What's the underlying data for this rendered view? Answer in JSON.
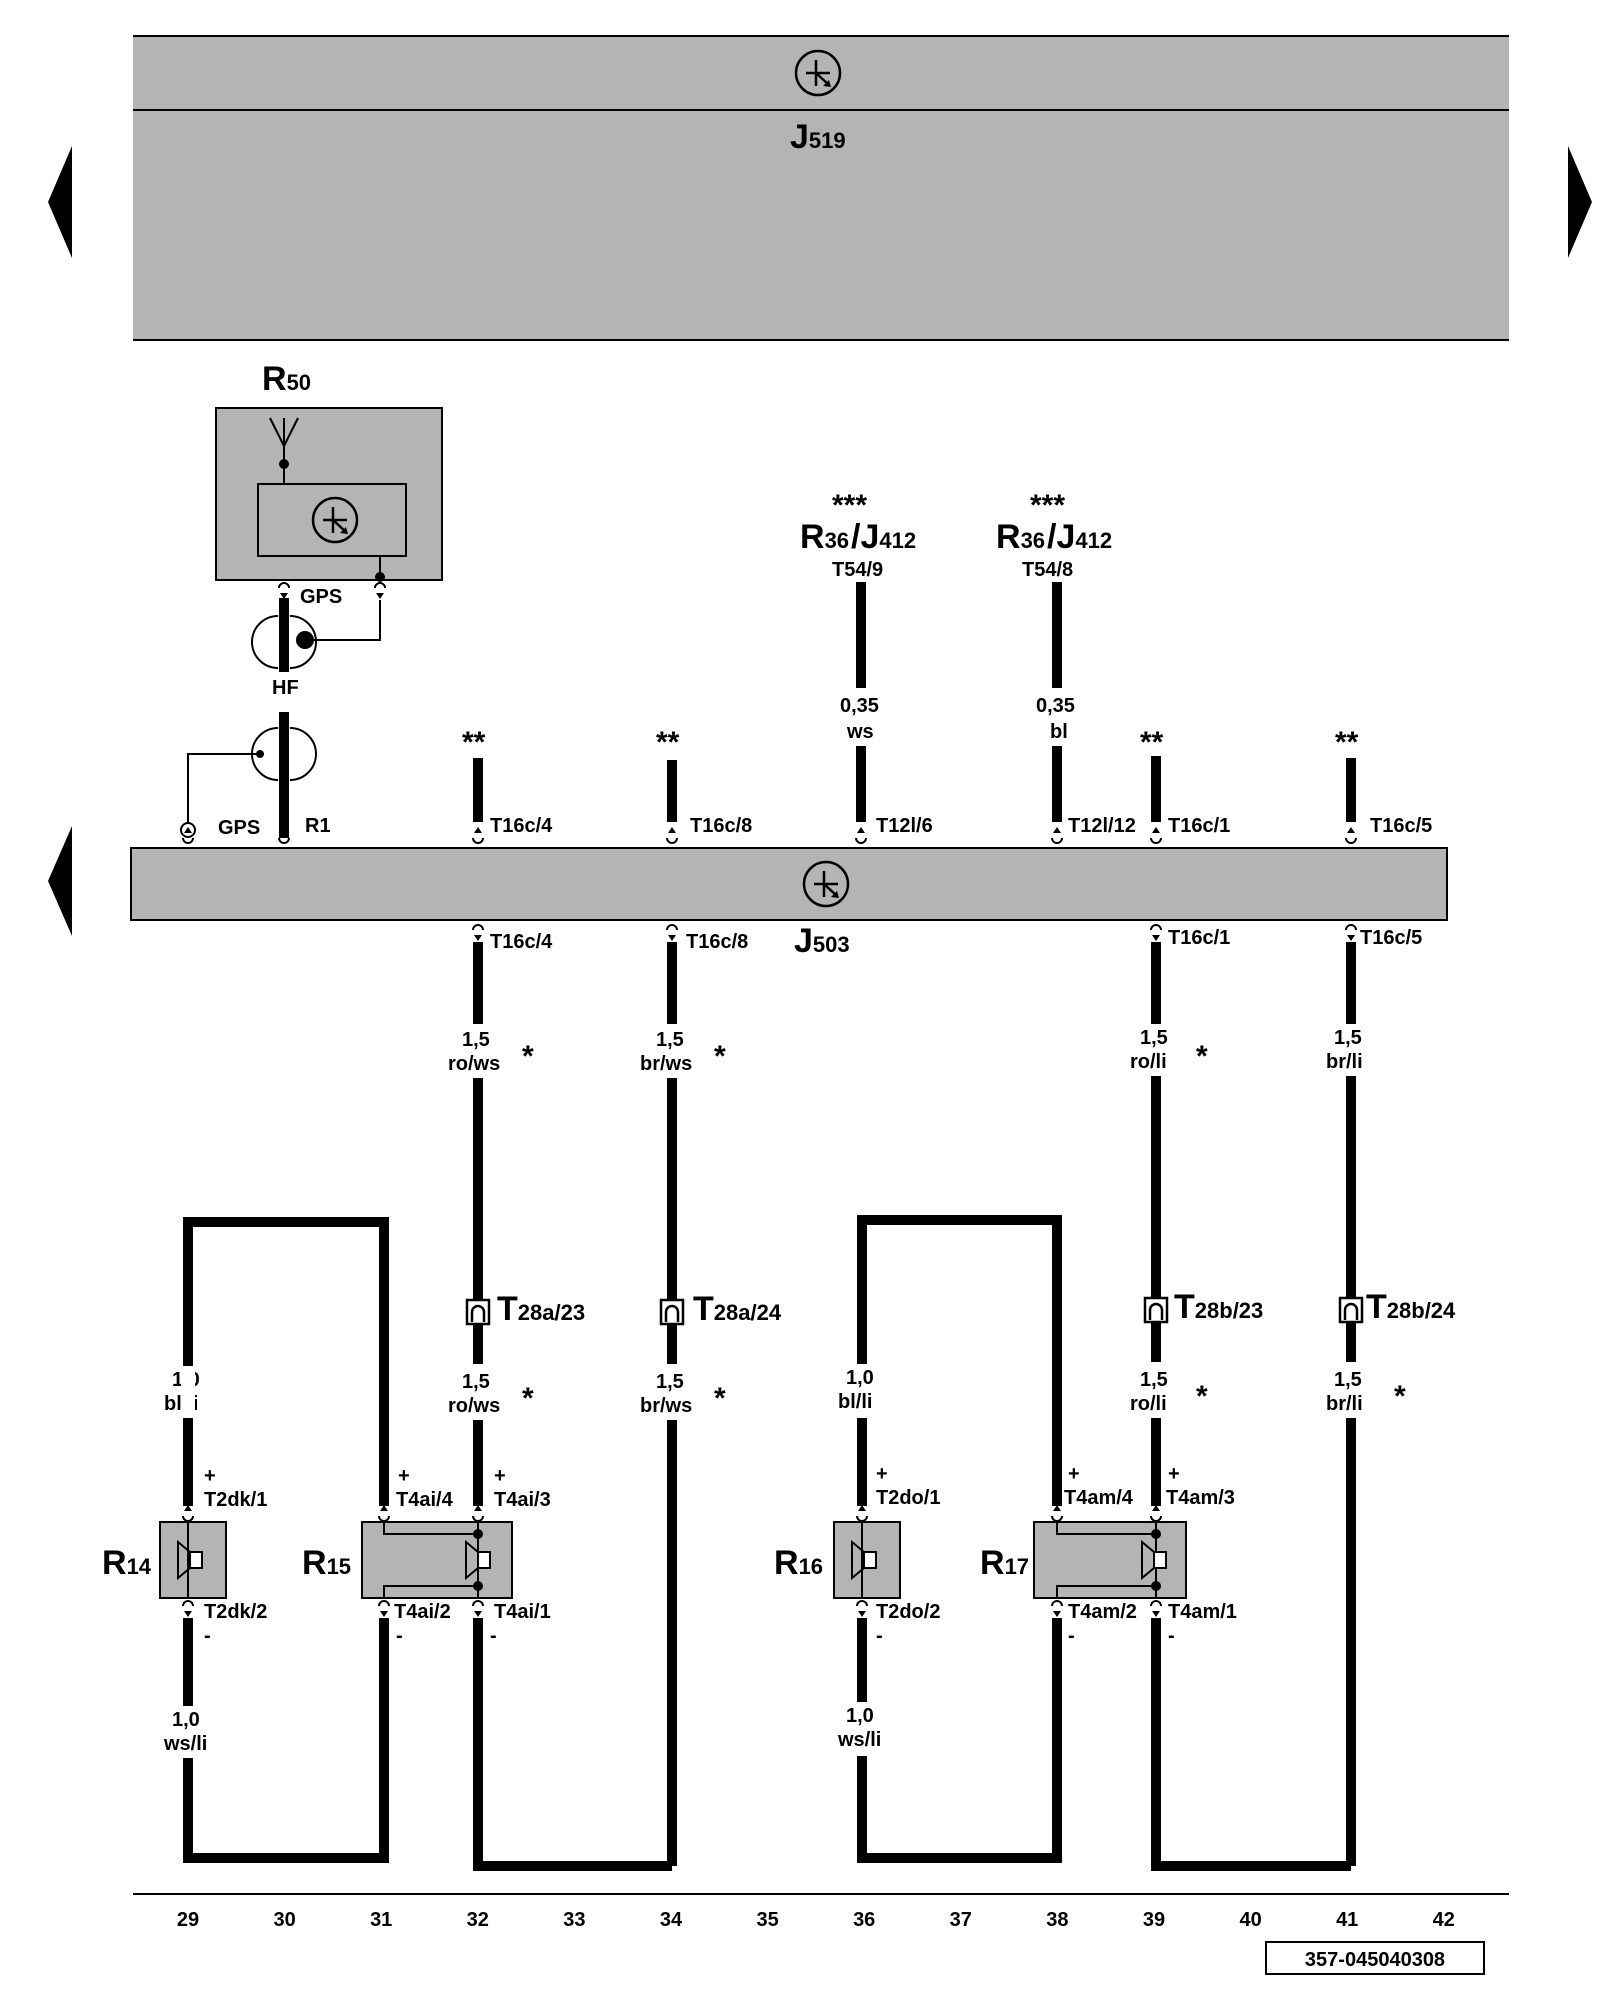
{
  "components": {
    "j519": {
      "letter": "J",
      "sub": "519"
    },
    "j503": {
      "letter": "J",
      "sub": "503"
    },
    "r50": {
      "letter": "R",
      "sub": "50"
    },
    "r14": {
      "letter": "R",
      "sub": "14"
    },
    "r15": {
      "letter": "R",
      "sub": "15"
    },
    "r16": {
      "letter": "R",
      "sub": "16"
    },
    "r17": {
      "letter": "R",
      "sub": "17"
    }
  },
  "r50_labels": {
    "gps": "GPS",
    "hf": "HF"
  },
  "top_refs": [
    {
      "marker": "***",
      "r": "R",
      "r_sub": "36",
      "slash": "/",
      "j": "J",
      "j_sub": "412",
      "pin": "T54/9",
      "gauge": "0,35",
      "color": "ws"
    },
    {
      "marker": "***",
      "r": "R",
      "r_sub": "36",
      "slash": "/",
      "j": "J",
      "j_sub": "412",
      "pin": "T54/8",
      "gauge": "0,35",
      "color": "bl"
    }
  ],
  "j503_top_pins": {
    "gps": "GPS",
    "r1": "R1",
    "t16c4": "T16c/4",
    "t16c8": "T16c/8",
    "t12l6": "T12l/6",
    "t12l12": "T12l/12",
    "t16c1": "T16c/1",
    "t16c5": "T16c/5",
    "double_star": "**"
  },
  "j503_bottom_pins": {
    "t16c4": "T16c/4",
    "t16c8": "T16c/8",
    "t16c1": "T16c/1",
    "t16c5": "T16c/5"
  },
  "wires_upper": [
    {
      "gauge": "1,5",
      "color": "ro/ws",
      "mark": "*"
    },
    {
      "gauge": "1,5",
      "color": "br/ws",
      "mark": "*"
    },
    {
      "gauge": "1,5",
      "color": "ro/li",
      "mark": "*"
    },
    {
      "gauge": "1,5",
      "color": "br/li",
      "mark": ""
    }
  ],
  "connectors": [
    {
      "letter": "T",
      "sub": "28a/23"
    },
    {
      "letter": "T",
      "sub": "28a/24"
    },
    {
      "letter": "T",
      "sub": "28b/23"
    },
    {
      "letter": "T",
      "sub": "28b/24"
    }
  ],
  "wires_lower": [
    {
      "gauge": "1,5",
      "color": "ro/ws",
      "mark": "*"
    },
    {
      "gauge": "1,5",
      "color": "br/ws",
      "mark": "*"
    },
    {
      "gauge": "1,5",
      "color": "ro/li",
      "mark": "*"
    },
    {
      "gauge": "1,5",
      "color": "br/li",
      "mark": "*"
    }
  ],
  "speaker_wires": [
    {
      "gauge": "1,0",
      "color": "bl/li"
    },
    {
      "gauge": "1,0",
      "color": "ws/li"
    },
    {
      "gauge": "1,0",
      "color": "bl/li"
    },
    {
      "gauge": "1,0",
      "color": "ws/li"
    }
  ],
  "speaker_pins": {
    "plus": "+",
    "minus": "-",
    "t2dk1": "T2dk/1",
    "t2dk2": "T2dk/2",
    "t4ai4": "T4ai/4",
    "t4ai3": "T4ai/3",
    "t4ai2": "T4ai/2",
    "t4ai1": "T4ai/1",
    "t2do1": "T2do/1",
    "t2do2": "T2do/2",
    "t4am4": "T4am/4",
    "t4am3": "T4am/3",
    "t4am2": "T4am/2",
    "t4am1": "T4am/1"
  },
  "columns": [
    "29",
    "30",
    "31",
    "32",
    "33",
    "34",
    "35",
    "36",
    "37",
    "38",
    "39",
    "40",
    "41",
    "42"
  ],
  "doc_code": "357-045040308",
  "colors": {
    "box_fill": "#b4b4b4",
    "wire": "#000000"
  },
  "icons": [
    "arrow-left-icon",
    "arrow-right-icon",
    "control-unit-icon",
    "antenna-icon",
    "speaker-icon",
    "connector-icon",
    "ground-icon"
  ]
}
